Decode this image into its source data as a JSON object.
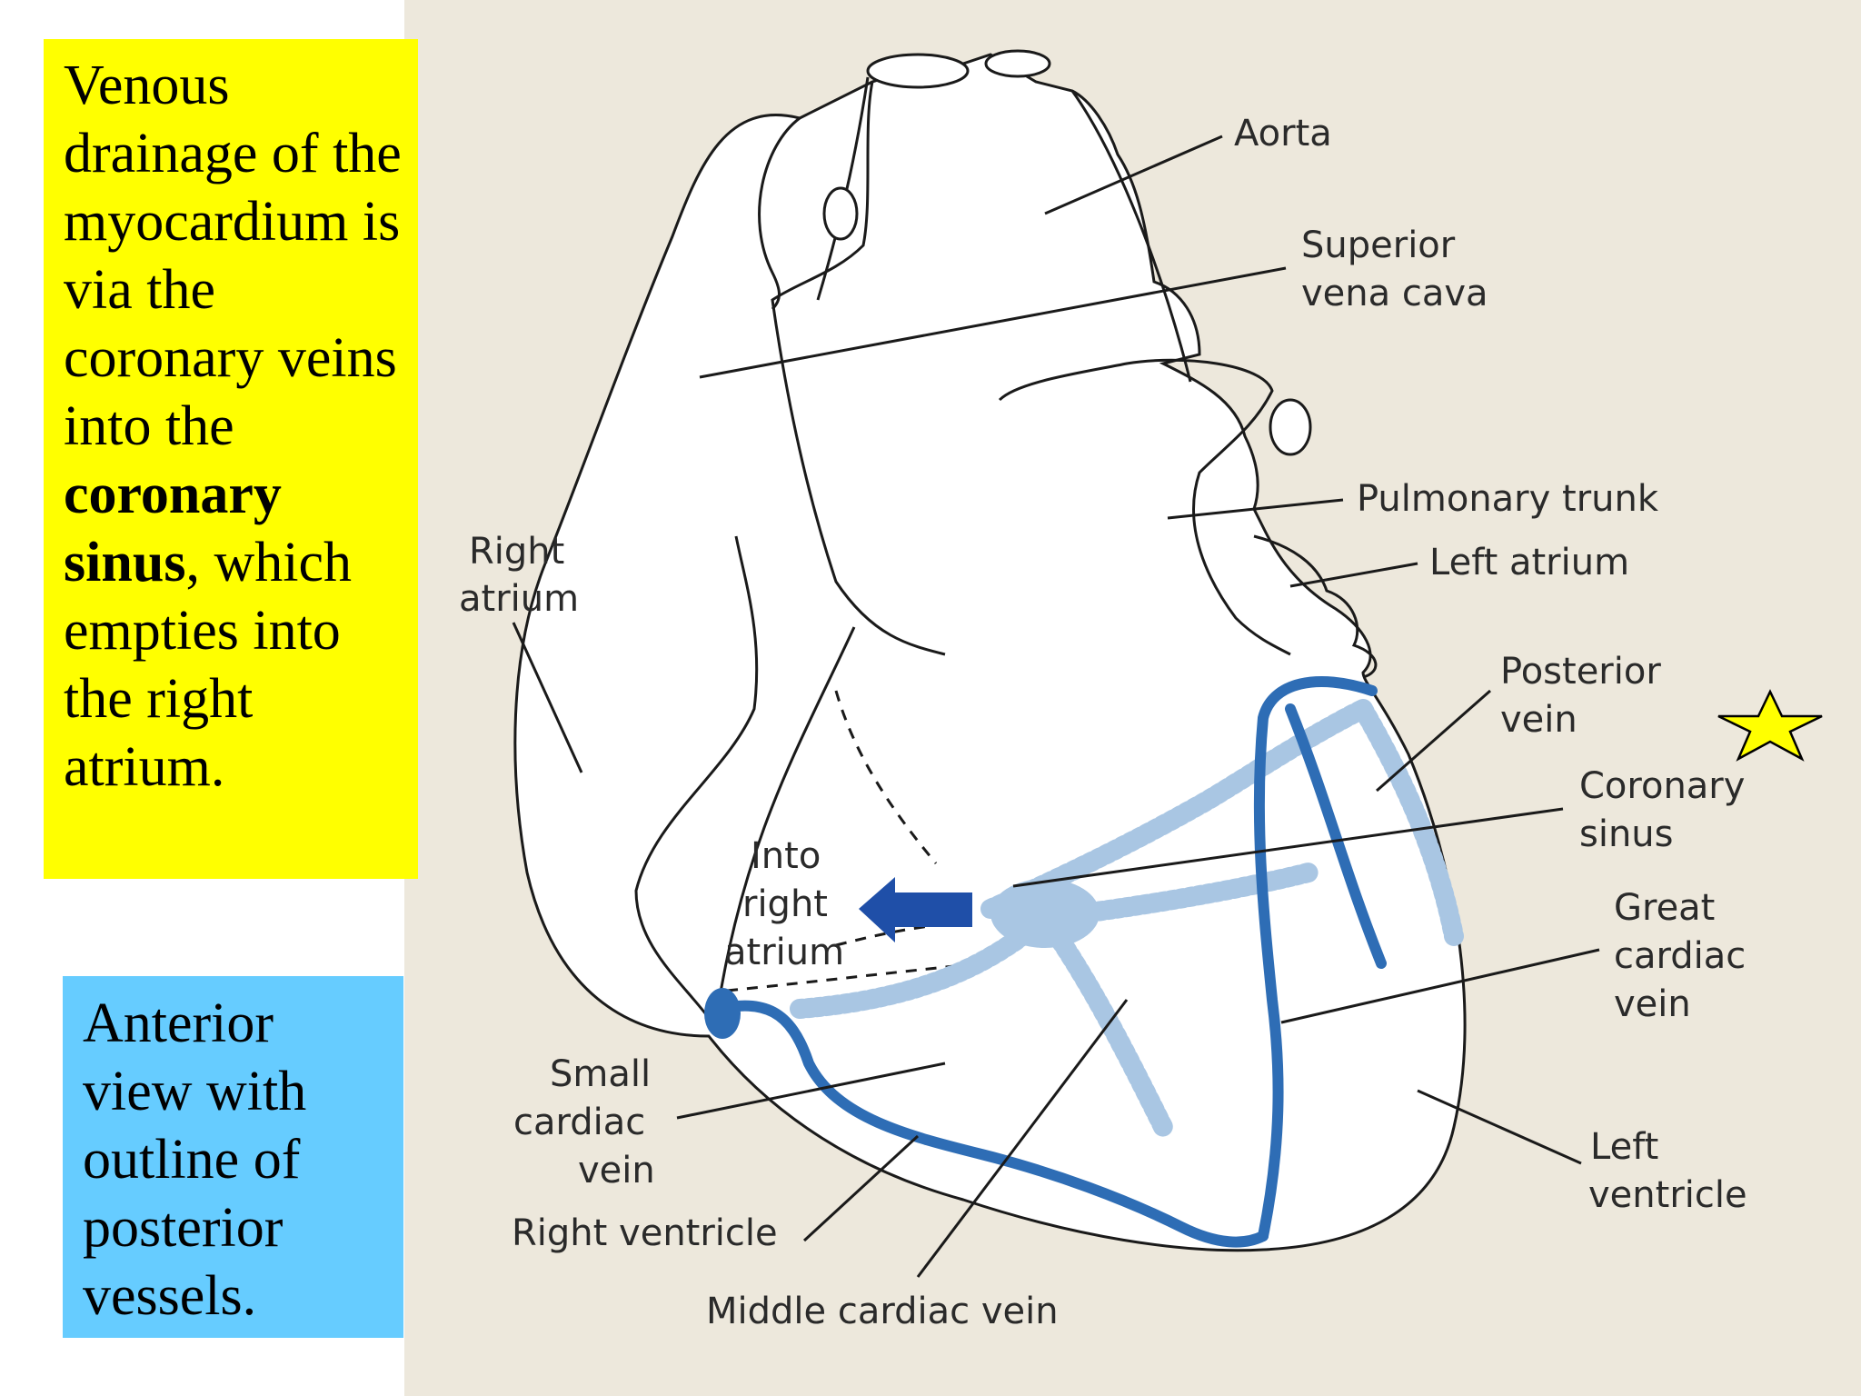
{
  "text_boxes": {
    "venous_drainage": {
      "part1": "Venous drainage of the myocardium is via the coronary veins into the ",
      "bold": "coronary sinus",
      "part2": ", which empties into the right atrium.",
      "background": "#ffff00"
    },
    "anterior_view": {
      "text": "Anterior view with outline of posterior vessels.",
      "background": "#66ccff"
    }
  },
  "diagram": {
    "labels": {
      "aorta": "Aorta",
      "superior_vena_cava_1": "Superior",
      "superior_vena_cava_2": "vena cava",
      "pulmonary_trunk": "Pulmonary trunk",
      "left_atrium": "Left atrium",
      "right_atrium_1": "Right",
      "right_atrium_2": "atrium",
      "posterior_vein_1": "Posterior",
      "posterior_vein_2": "vein",
      "coronary_sinus_1": "Coronary",
      "coronary_sinus_2": "sinus",
      "into_right_atrium_1": "Into",
      "into_right_atrium_2": "right",
      "into_right_atrium_3": "atrium",
      "great_cardiac_vein_1": "Great",
      "great_cardiac_vein_2": "cardiac",
      "great_cardiac_vein_3": "vein",
      "small_cardiac_vein_1": "Small",
      "small_cardiac_vein_2": "cardiac",
      "small_cardiac_vein_3": "vein",
      "left_ventricle_1": "Left",
      "left_ventricle_2": "ventricle",
      "right_ventricle": "Right ventricle",
      "middle_cardiac_vein": "Middle cardiac vein"
    },
    "colors": {
      "vein": "#2e6db5",
      "posterior_vessel": "#a9c6e3",
      "arrow": "#1f4fa8",
      "outline": "#1a1a1a",
      "star": "#ffff00"
    }
  },
  "icons": [
    "star-icon",
    "arrow-icon"
  ]
}
